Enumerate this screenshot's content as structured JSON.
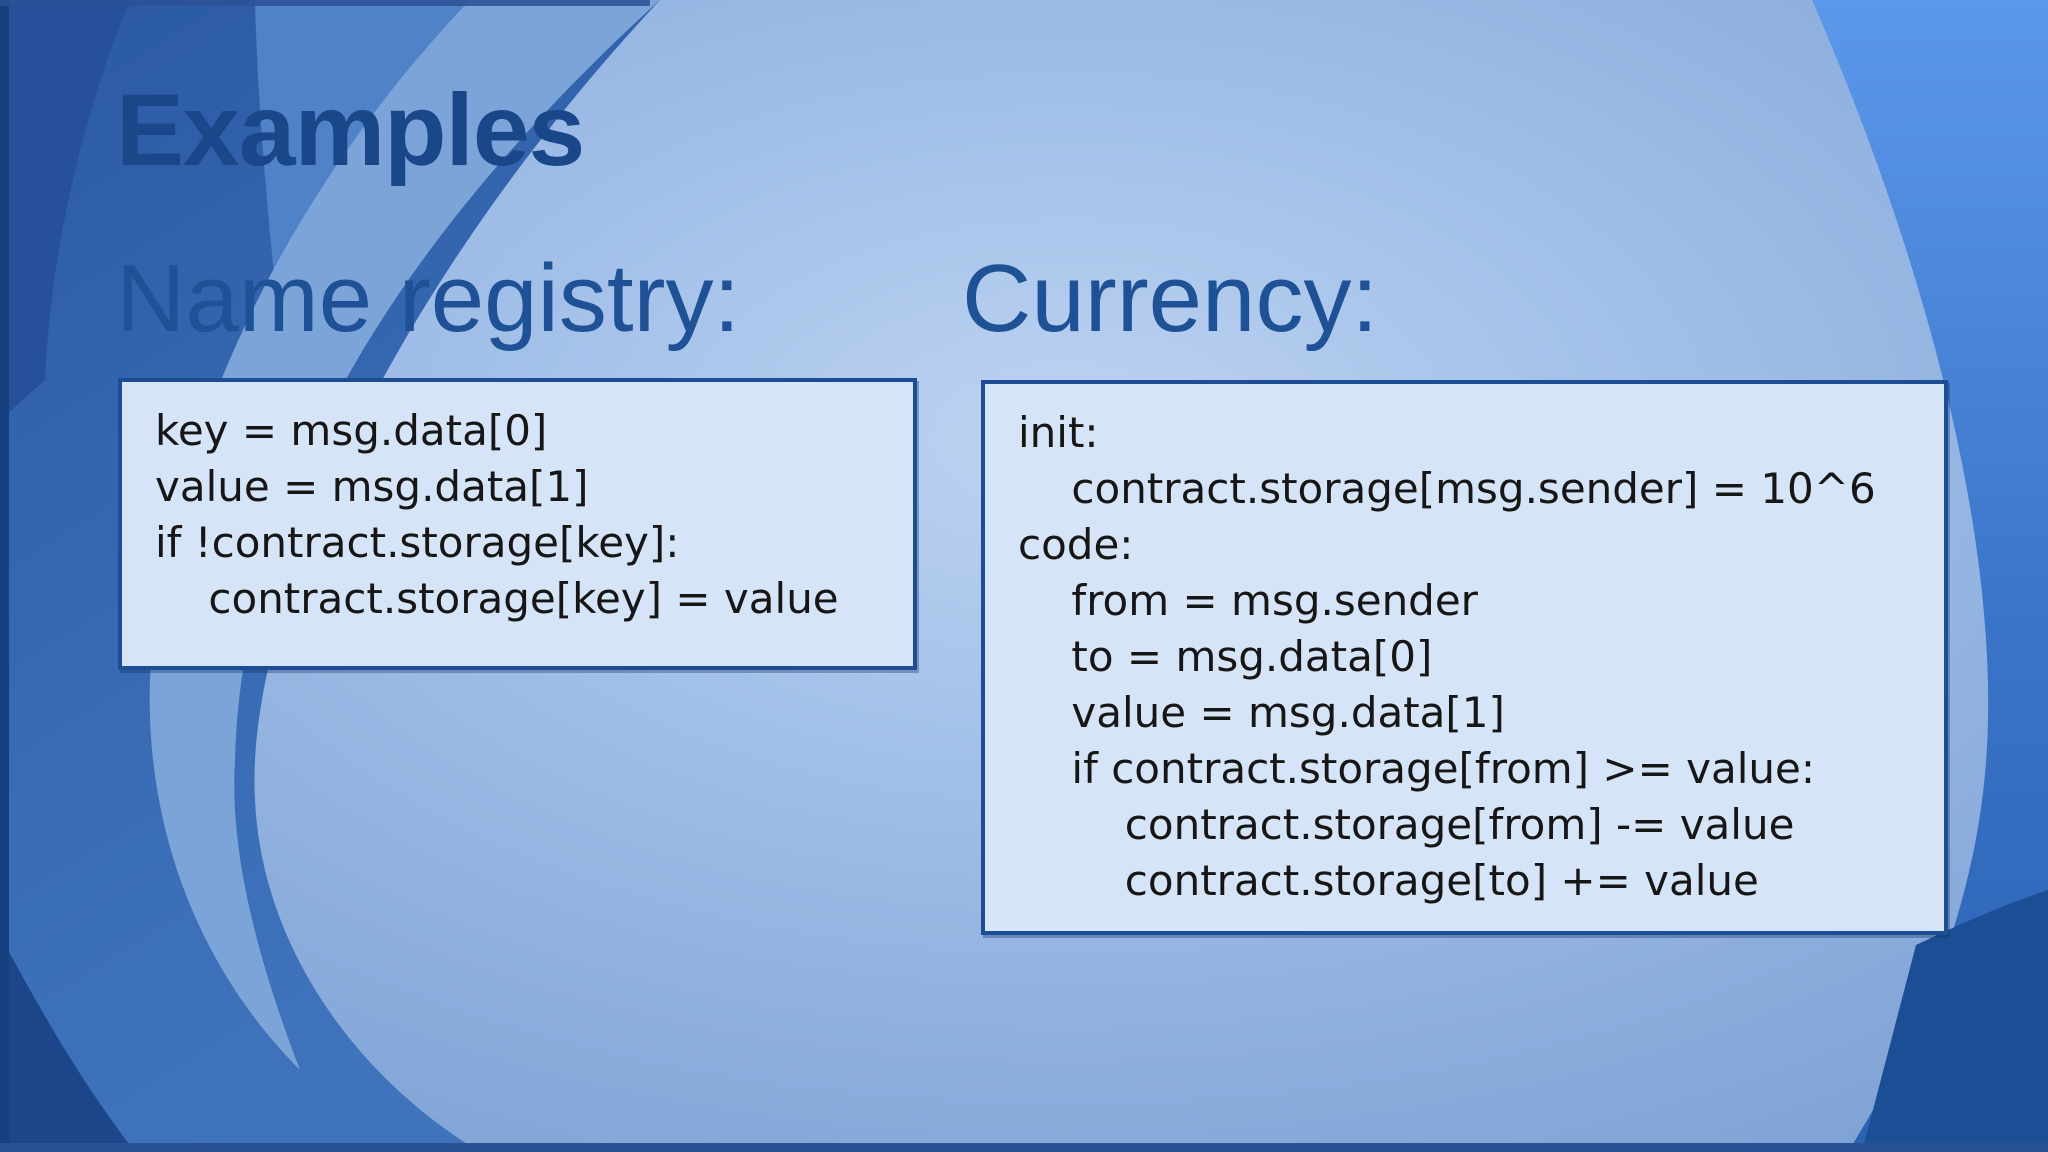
{
  "slide": {
    "title": "Examples",
    "sections": [
      {
        "heading": "Name registry:",
        "code": "key = msg.data[0]\nvalue = msg.data[1]\nif !contract.storage[key]:\n    contract.storage[key] = value"
      },
      {
        "heading": "Currency:",
        "code": "init:\n    contract.storage[msg.sender] = 10^6\ncode:\n    from = msg.sender\n    to = msg.data[0]\n    value = msg.data[1]\n    if contract.storage[from] >= value:\n        contract.storage[from] -= value\n        contract.storage[to] += value"
      }
    ]
  },
  "colors": {
    "title_text": "#1a468a",
    "heading_text": "#1e5196",
    "code_box_bg": "#d6e4f7",
    "code_box_border": "#1d4d94",
    "code_text": "#161616",
    "background_field": "#9cbbe6",
    "background_field_light": "#bdd3f2",
    "left_band_blue": "#336298",
    "right_bright_blue": "#4c8ade",
    "navy_corner": "#1b4e94"
  }
}
